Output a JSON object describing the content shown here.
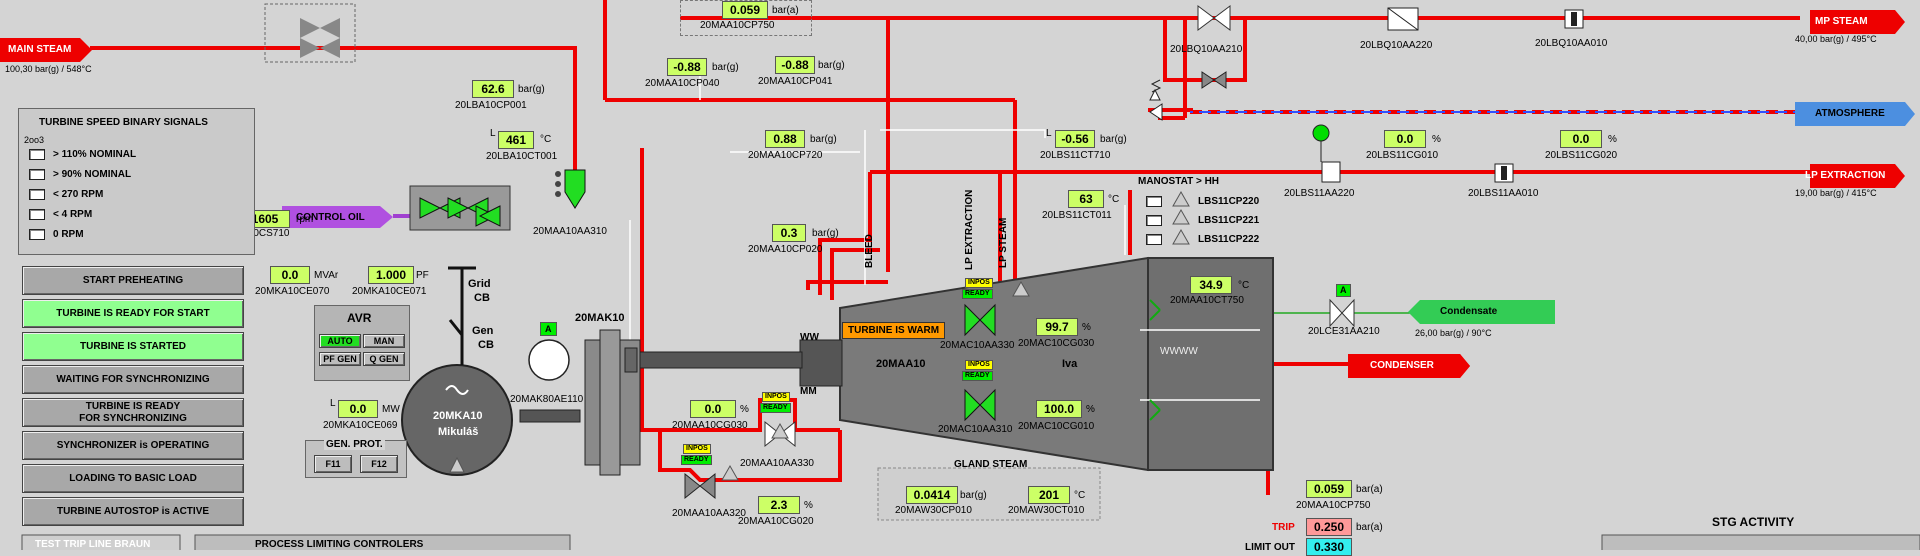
{
  "streams": {
    "main_steam": {
      "label": "MAIN STEAM",
      "cond": "100,30 bar(g) / 548°C"
    },
    "mp_steam": {
      "label": "MP STEAM",
      "cond": "40,00 bar(g) / 495°C"
    },
    "atmosphere": {
      "label": "ATMOSPHERE"
    },
    "lp_extraction": {
      "label": "LP EXTRACTION",
      "cond": "19,00 bar(g) / 415°C"
    },
    "control_oil": {
      "label": "CONTROL OIL"
    },
    "condenser": {
      "label": "CONDENSER"
    },
    "condensate": {
      "label": "Condensate",
      "cond": "26,00 bar(g) / 90°C"
    }
  },
  "measurements": [
    {
      "id": "m1",
      "tag": "20LBA10CP001",
      "value": "62.6",
      "unit": "bar(g)"
    },
    {
      "id": "m2",
      "tag": "20LBA10CT001",
      "value": "461",
      "unit": "°C"
    },
    {
      "id": "m3",
      "tag": "20MAA10CP040",
      "value": "-0.88",
      "unit": "bar(g)"
    },
    {
      "id": "m4",
      "tag": "20MAA10CP041",
      "value": "-0.88",
      "unit": "bar(g)"
    },
    {
      "id": "m5",
      "tag": "20MAA10CP750",
      "value": "0.059",
      "unit": "bar(a)"
    },
    {
      "id": "m6",
      "tag": "20MAA10CP720",
      "value": "0.88",
      "unit": "bar(g)"
    },
    {
      "id": "m7",
      "tag": "20LBS11CT710",
      "value": "-0.56",
      "unit": "bar(g)"
    },
    {
      "id": "m8",
      "tag": "20MAA10CP020",
      "value": "0.3",
      "unit": "bar(g)"
    },
    {
      "id": "m9",
      "tag": "20LBS11CT011",
      "value": "63",
      "unit": "°C"
    },
    {
      "id": "m10",
      "tag": "20LBS11CG010",
      "value": "0.0",
      "unit": "%"
    },
    {
      "id": "m11",
      "tag": "20LBS11CG020",
      "value": "0.0",
      "unit": "%"
    },
    {
      "id": "m12",
      "tag": "20MKA10CS710",
      "value": "1605",
      "unit": "rpm"
    },
    {
      "id": "m13",
      "tag": "20MKA10CE070",
      "value": "0.0",
      "unit": "MVAr"
    },
    {
      "id": "m14",
      "tag": "20MKA10CE071",
      "value": "1.000",
      "unit": "PF"
    },
    {
      "id": "m15",
      "tag": "20MKA10CE069",
      "value": "0.0",
      "unit": "MW"
    },
    {
      "id": "m16",
      "tag": "20MAA10CG030",
      "value": "0.0",
      "unit": "%"
    },
    {
      "id": "m17",
      "tag": "20MAA10CG020",
      "value": "2.3",
      "unit": "%"
    },
    {
      "id": "m18",
      "tag": "20MAC10CG030",
      "value": "99.7",
      "unit": "%"
    },
    {
      "id": "m19",
      "tag": "20MAC10CG010",
      "value": "100.0",
      "unit": "%"
    },
    {
      "id": "m20",
      "tag": "20MAA10CT750",
      "value": "34.9",
      "unit": "°C"
    },
    {
      "id": "m21",
      "tag": "20MAW30CP010",
      "value": "0.0414",
      "unit": "bar(g)"
    },
    {
      "id": "m22",
      "tag": "20MAW30CT010",
      "value": "201",
      "unit": "°C"
    },
    {
      "id": "m23",
      "tag": "20MAA10CP750",
      "value": "0.059",
      "unit": "bar(a)"
    }
  ],
  "valves": {
    "v1": "20LBQ10AA210",
    "v2": "20LBQ10AA220",
    "v3": "20LBQ10AA010",
    "v4": "20LBS11AA220",
    "v5": "20LBS11AA010",
    "v6": "20MAA10AA310",
    "v7": "20MAC10AA330",
    "v8": "20MAC10AA310",
    "v9": "20MAA10AA330",
    "v10": "20MAA10AA320",
    "v11": "20LCE31AA210",
    "v12": "20MAK80AE110"
  },
  "speed_panel": {
    "title": "TURBINE  SPEED BINARY SIGNALS",
    "vote": "2oo3",
    "items": [
      "> 110% NOMINAL",
      "> 90% NOMINAL",
      "< 270 RPM",
      "< 4 RPM",
      "0 RPM"
    ]
  },
  "status_buttons": [
    {
      "label": "START PREHEATING",
      "on": false
    },
    {
      "label": "TURBINE IS READY FOR START",
      "on": true
    },
    {
      "label": "TURBINE IS STARTED",
      "on": true
    },
    {
      "label": "WAITING FOR SYNCHRONIZING",
      "on": false
    },
    {
      "label": "TURBINE IS READY\nFOR SYNCHRONIZING",
      "on": false
    },
    {
      "label": "SYNCHRONIZER is OPERATING",
      "on": false
    },
    {
      "label": "LOADING TO BASIC LOAD",
      "on": false
    },
    {
      "label": "TURBINE AUTOSTOP is ACTIVE",
      "on": false
    }
  ],
  "bottom": {
    "test_trip": "TEST TRIP LINE BRAUN",
    "process": "PROCESS LIMITING CONTROLERS",
    "stg": "STG ACTIVITY"
  },
  "avr": {
    "title": "AVR",
    "auto": "AUTO",
    "man": "MAN",
    "pf_gen": "PF GEN",
    "q_gen": "Q GEN"
  },
  "gen_prot": {
    "title": "GEN. PROT.",
    "f11": "F11",
    "f12": "F12"
  },
  "generator": {
    "tag": "20MKA10",
    "name": "Mikuláš"
  },
  "breakers": {
    "grid": "Grid",
    "grid2": "CB",
    "gen": "Gen",
    "gen2": "CB"
  },
  "gearbox": {
    "tag": "20MAK10"
  },
  "turbine": {
    "tag": "20MAA10",
    "stage": "Iva",
    "warm": "TURBINE IS WARM",
    "ww": "WW",
    "mm": "MM",
    "wwww": "WWWW"
  },
  "labels": {
    "bleed": "BLEED",
    "lp_ext": "LP EXTRACTION",
    "lp_steam": "LP STEAM",
    "manostat": "MANOSTAT > HH",
    "gland": "GLAND STEAM",
    "trip": "TRIP",
    "limit_out": "LIMIT OUT",
    "ps1": "LBS11CP220",
    "ps2": "LBS11CP221",
    "ps3": "LBS11CP222",
    "inpos": "INPOS",
    "ready": "READY",
    "a": "A",
    "l": "L"
  },
  "trip": {
    "value": "0.250",
    "unit": "bar(a)",
    "limit": "0.330"
  },
  "colors": {
    "steam": "#ff0000",
    "oil": "#a040d0",
    "water": "#22cc22",
    "valve_open": "#22dd22",
    "value_bg": "#ccff66"
  }
}
